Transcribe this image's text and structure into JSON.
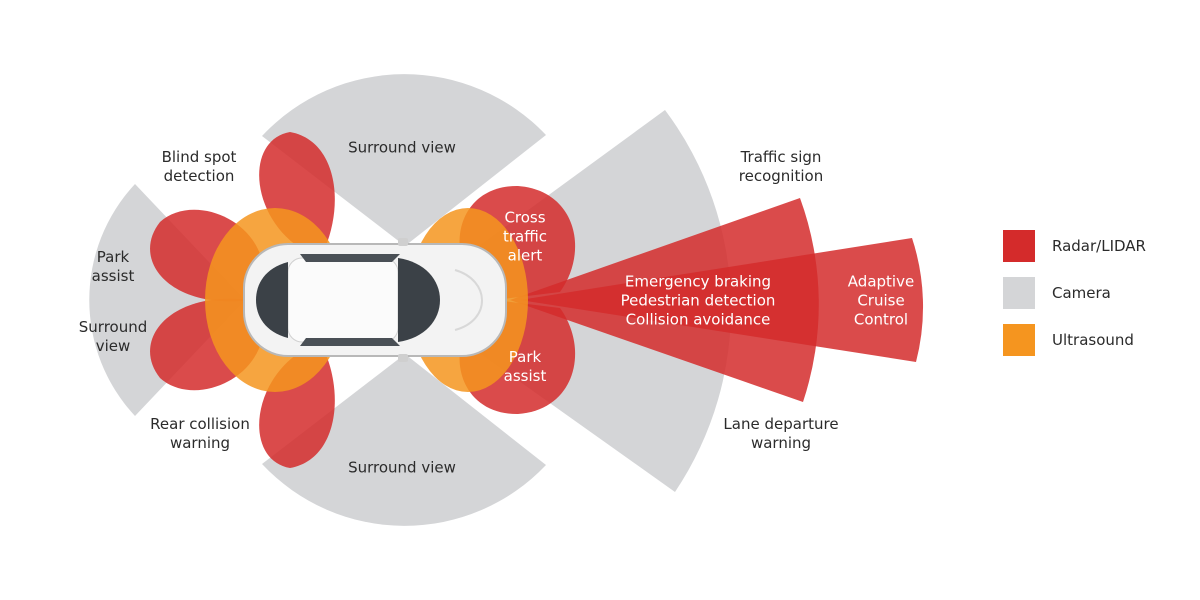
{
  "colors": {
    "radar": "#d42b2b",
    "camera": "#d4d5d7",
    "ultrasound": "#f5951f",
    "text_dark": "#2b2b2b",
    "text_light": "#ffffff"
  },
  "labels": {
    "blind_spot": "Blind spot\ndetection",
    "surround_top": "Surround view",
    "surround_bottom": "Surround view",
    "surround_rear": "Surround\nview",
    "park_rear": "Park\nassist",
    "park_front": "Park\nassist",
    "rear_collision": "Rear collision\nwarning",
    "cross_traffic": "Cross\ntraffic\nalert",
    "traffic_sign": "Traffic sign\nrecognition",
    "lane_departure": "Lane departure\nwarning",
    "emergency": "Emergency braking\nPedestrian detection\nCollision avoidance",
    "adaptive": "Adaptive\nCruise\nControl"
  },
  "legend": [
    {
      "key": "radar",
      "label": "Radar/LIDAR",
      "color": "#d42b2b"
    },
    {
      "key": "camera",
      "label": "Camera",
      "color": "#d4d5d7"
    },
    {
      "key": "ultrasound",
      "label": "Ultrasound",
      "color": "#f5951f"
    }
  ]
}
